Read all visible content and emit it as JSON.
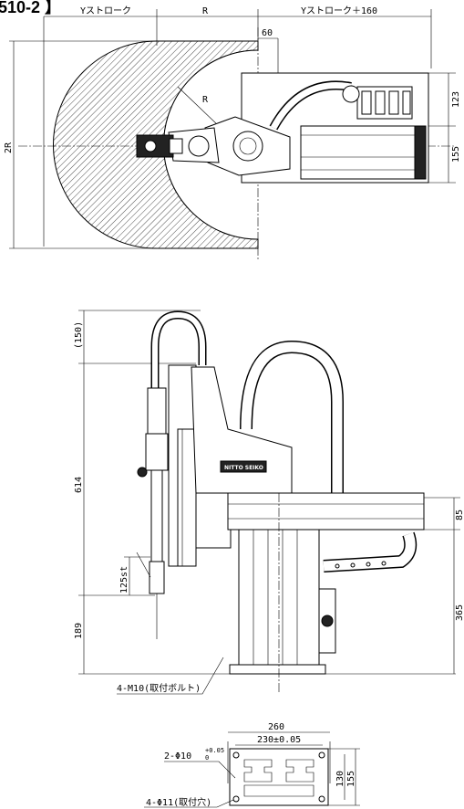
{
  "header": {
    "title": "510-2 】"
  },
  "top_view": {
    "dim_y_stroke": "Yストローク",
    "dim_r": "R",
    "dim_y_stroke_plus": "Yストローク＋160",
    "dim_60": "60",
    "dim_radius": "R",
    "dim_2r": "2R",
    "dim_123": "123",
    "dim_155": "155"
  },
  "side_view": {
    "dim_150": "(150)",
    "dim_614": "614",
    "dim_189": "189",
    "dim_125st": "125st",
    "dim_85": "85",
    "dim_365": "365",
    "brand_logo": "NITTO SEIKO",
    "note_m10": "4-M10(取付ボルト)"
  },
  "base_view": {
    "dim_260": "260",
    "dim_230": "230±0.05",
    "dim_130": "130",
    "dim_155": "155",
    "note_hole": "2-Φ10",
    "note_hole_tol_top": "+0.05",
    "note_hole_tol_bottom": "0",
    "note_mount": "4-Φ11(取付穴)"
  }
}
